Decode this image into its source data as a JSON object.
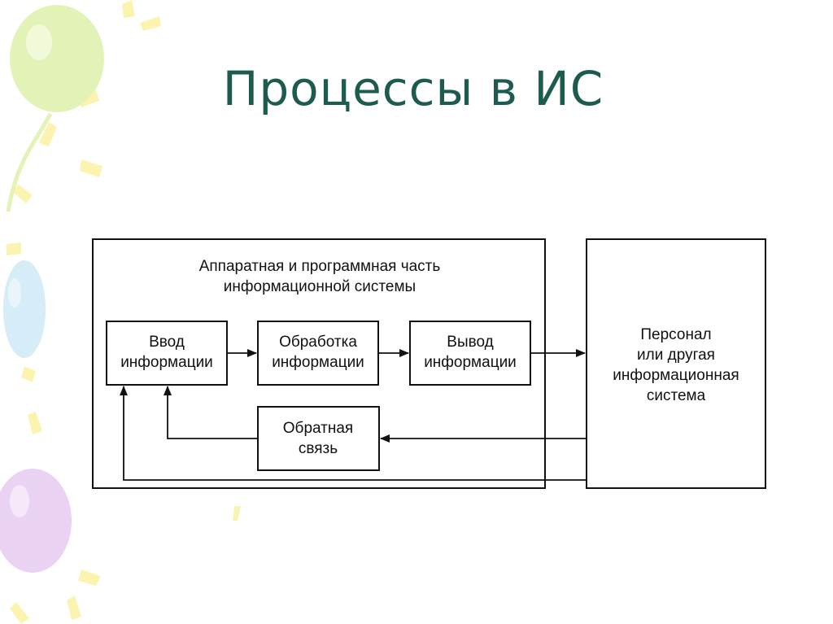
{
  "slide": {
    "title": "Процессы в ИС"
  },
  "diagram": {
    "container": {
      "caption_line1": "Аппаратная и программная часть",
      "caption_line2": "информационной системы"
    },
    "nodes": {
      "input": {
        "line1": "Ввод",
        "line2": "информации"
      },
      "processing": {
        "line1": "Обработка",
        "line2": "информации"
      },
      "output": {
        "line1": "Вывод",
        "line2": "информации"
      },
      "feedback": {
        "line1": "Обратная",
        "line2": "связь"
      },
      "personnel": {
        "line1": "Персонал",
        "line2": "или другая",
        "line3": "информационная",
        "line4": "система"
      }
    },
    "edges": [
      {
        "from": "input",
        "to": "processing"
      },
      {
        "from": "processing",
        "to": "output"
      },
      {
        "from": "output",
        "to": "personnel"
      },
      {
        "from": "personnel",
        "to": "feedback"
      },
      {
        "from": "feedback",
        "to": "input"
      },
      {
        "from": "personnel",
        "to": "input"
      }
    ]
  },
  "colors": {
    "title": "#1d5b4e",
    "lines": "#111111",
    "balloon_green": "#e3f3b8",
    "balloon_blue": "#d6ecf7",
    "balloon_purple": "#ead2f2",
    "rays_yellow": "#fbf3a8"
  }
}
